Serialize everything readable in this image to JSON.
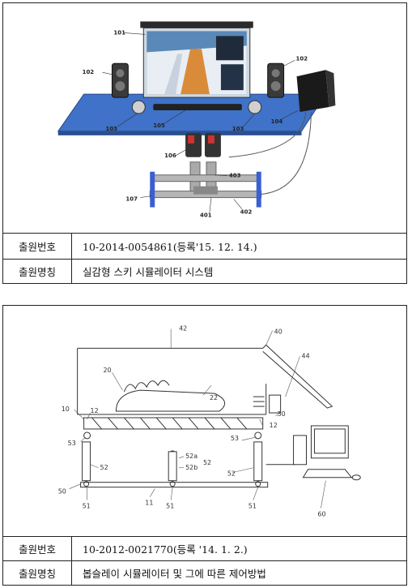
{
  "patents": [
    {
      "figure": {
        "labels": {
          "l101": "101",
          "l102a": "102",
          "l102b": "102",
          "l103a": "103",
          "l103b": "103",
          "l104": "104",
          "l105": "105",
          "l106": "106",
          "l107": "107",
          "l401": "401",
          "l402": "402",
          "l403": "403"
        }
      },
      "rows": [
        {
          "key": "출원번호",
          "value": "10-2014-0054861(등록'15. 12. 14.)"
        },
        {
          "key": "출원명칭",
          "value": "실감형 스키 시뮬레이터 시스템"
        }
      ]
    },
    {
      "figure": {
        "labels": {
          "l42": "42",
          "l40": "40",
          "l44": "44",
          "l20": "20",
          "l22": "22",
          "l10": "10",
          "l12a": "12",
          "l12b": "12",
          "l30": "30",
          "l53a": "53",
          "l53b": "53",
          "l52a": "52a",
          "l52b": "52b",
          "l52c": "52",
          "l52d": "52",
          "l52e": "52",
          "l50": "50",
          "l51a": "51",
          "l51b": "51",
          "l51c": "51",
          "l11": "11",
          "l60": "60"
        }
      },
      "rows": [
        {
          "key": "출원번호",
          "value": "10-2012-0021770(등록 '14. 1. 2.)"
        },
        {
          "key": "출원명칭",
          "value": "봅슬레이 시뮬레이터 및 그에 따른 제어방법"
        }
      ]
    }
  ]
}
